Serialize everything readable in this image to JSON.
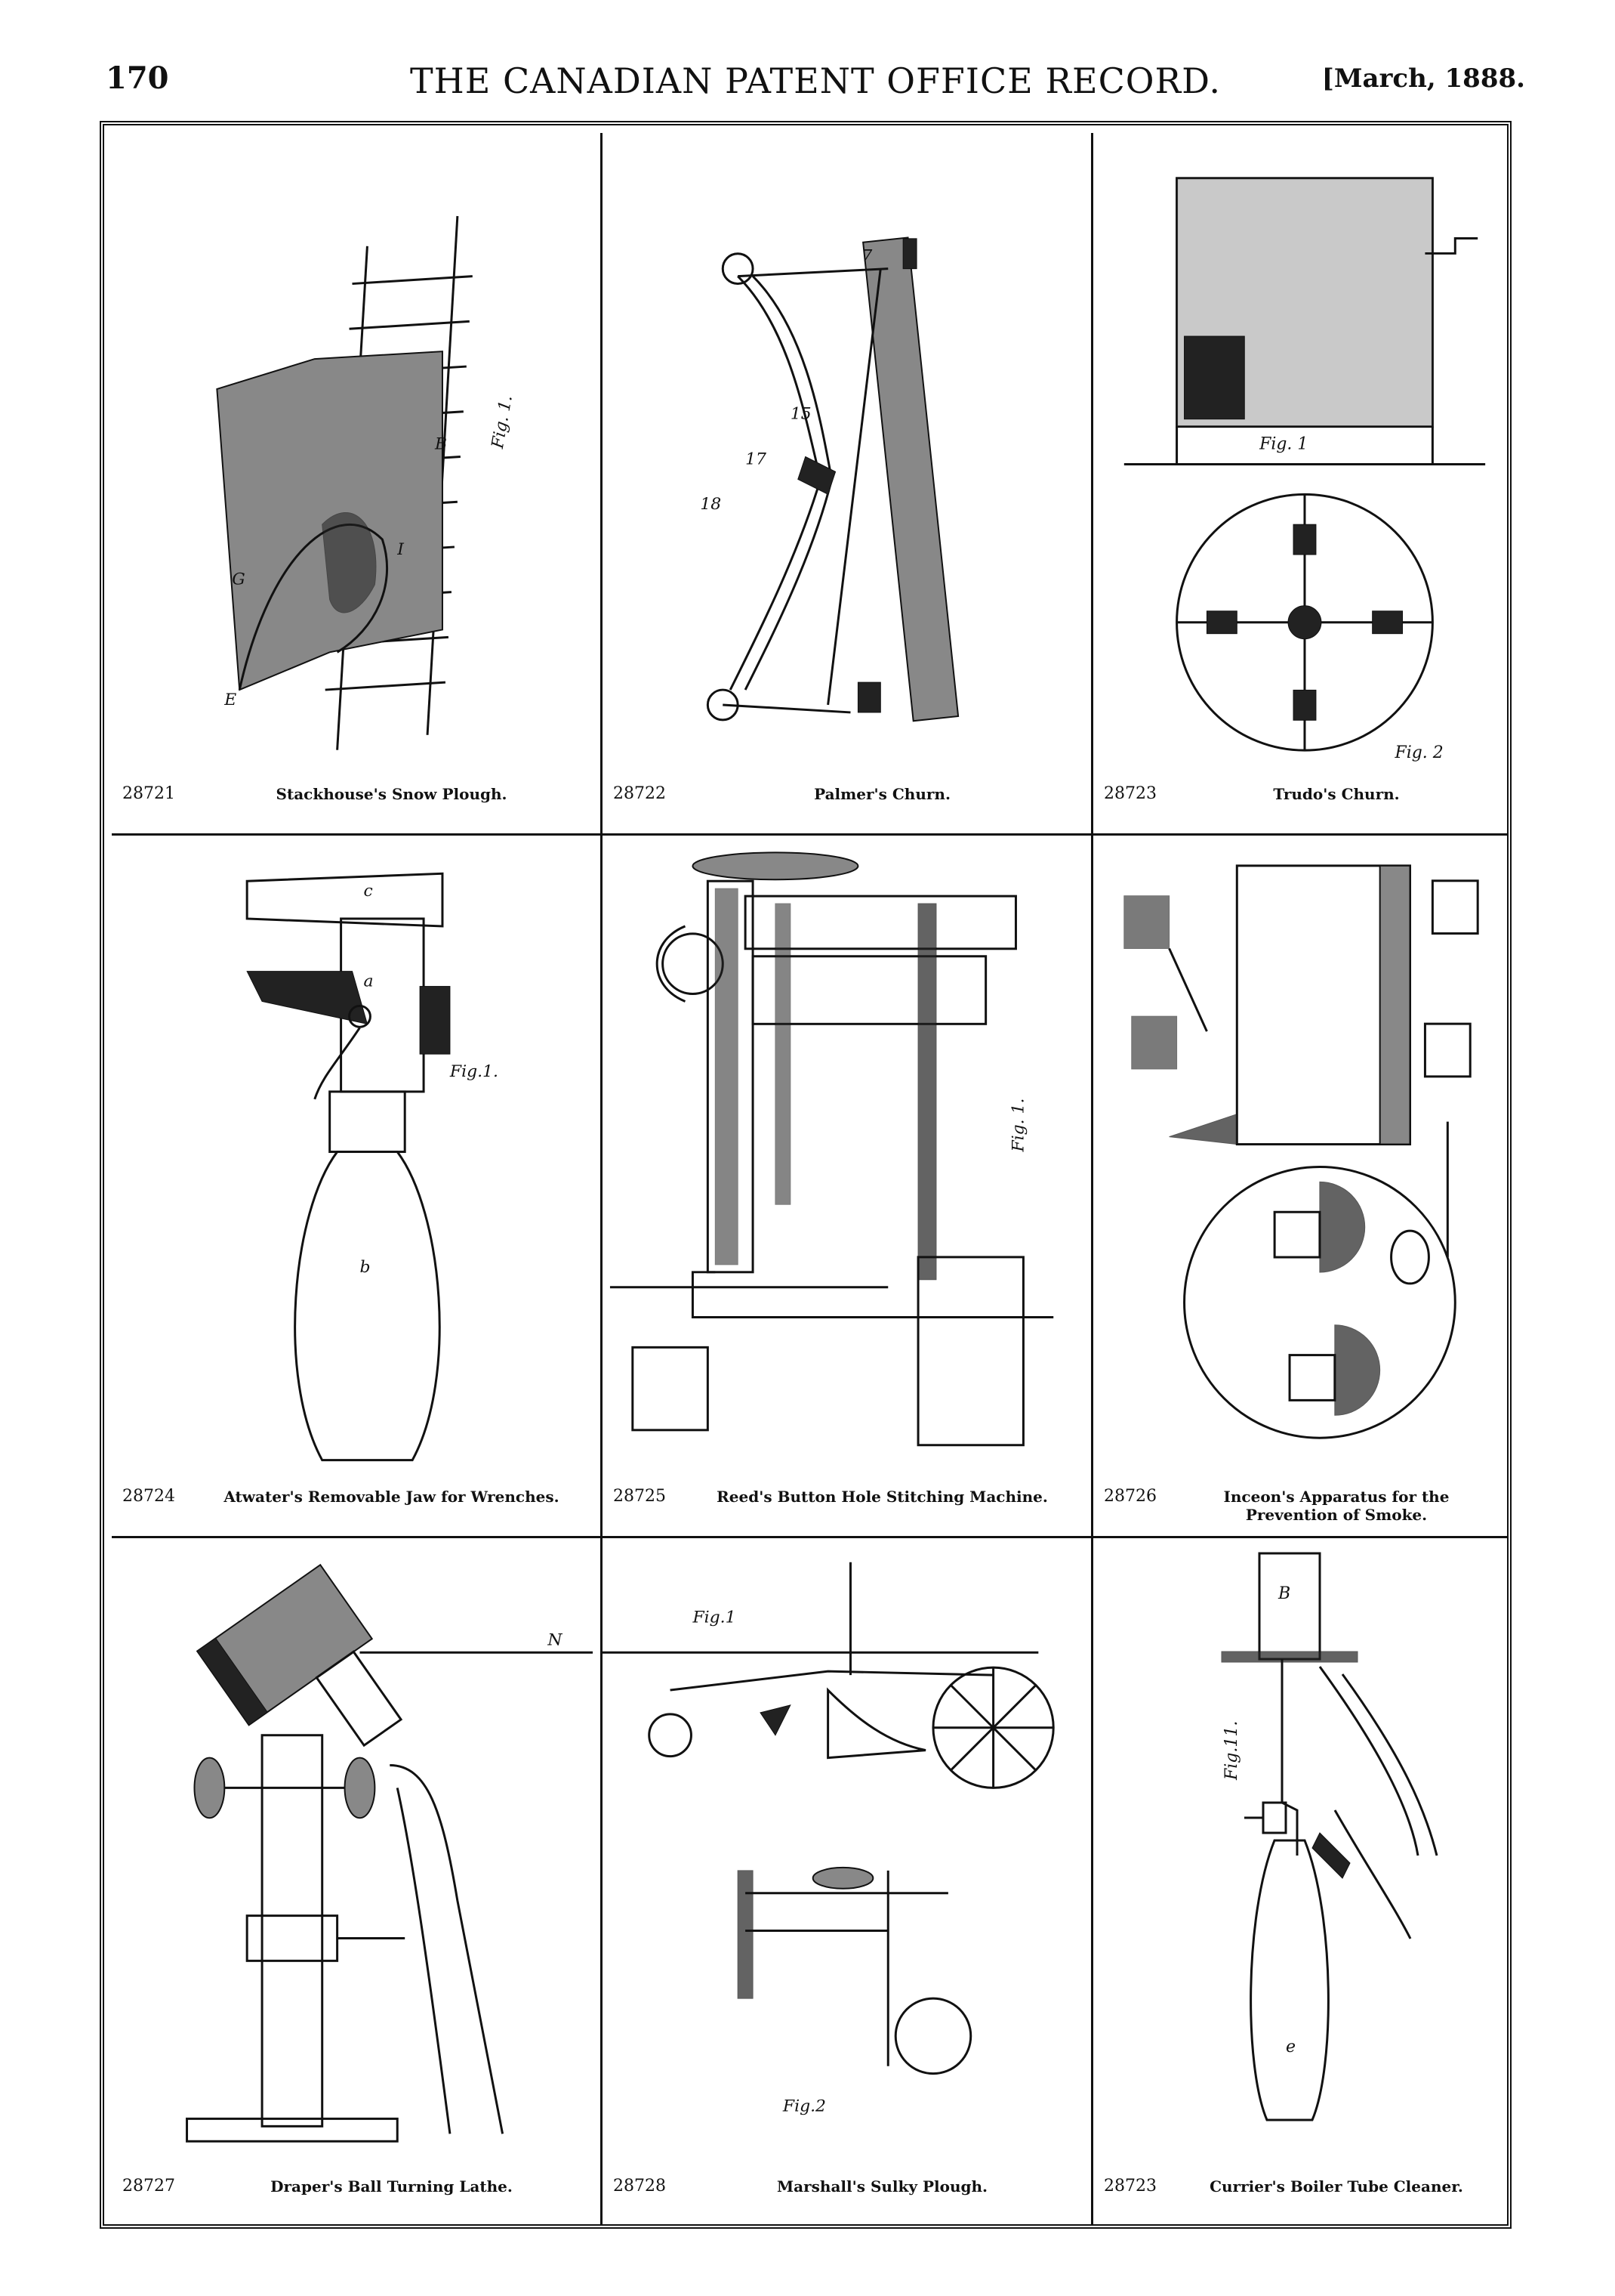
{
  "header": {
    "page_number": "170",
    "title": "THE CANADIAN PATENT OFFICE RECORD.",
    "date": "[March, 1888."
  },
  "patents": [
    {
      "number": "28721",
      "title": "Stackhouse's Snow Plough.",
      "fig_label": "Fig. 1."
    },
    {
      "number": "28722",
      "title": "Palmer's Churn.",
      "fig_label": ""
    },
    {
      "number": "28723",
      "title": "Trudo's Churn.",
      "fig_label": "Fig. 1 / Fig. 2"
    },
    {
      "number": "28724",
      "title": "Atwater's Removable Jaw for Wrenches.",
      "fig_label": "Fig.1."
    },
    {
      "number": "28725",
      "title": "Reed's Button Hole Stitching Machine.",
      "fig_label": "Fig. 1."
    },
    {
      "number": "28726",
      "title": "Inceon's Apparatus for the Prevention of Smoke.",
      "fig_label": ""
    },
    {
      "number": "28727",
      "title": "Draper's Ball Turning Lathe.",
      "fig_label": ""
    },
    {
      "number": "28728",
      "title": "Marshall's Sulky Plough.",
      "fig_label": "Fig.1 / Fig.2"
    },
    {
      "number": "28723",
      "title": "Currier's Boiler Tube Cleaner.",
      "fig_label": "Fig.11."
    }
  ]
}
